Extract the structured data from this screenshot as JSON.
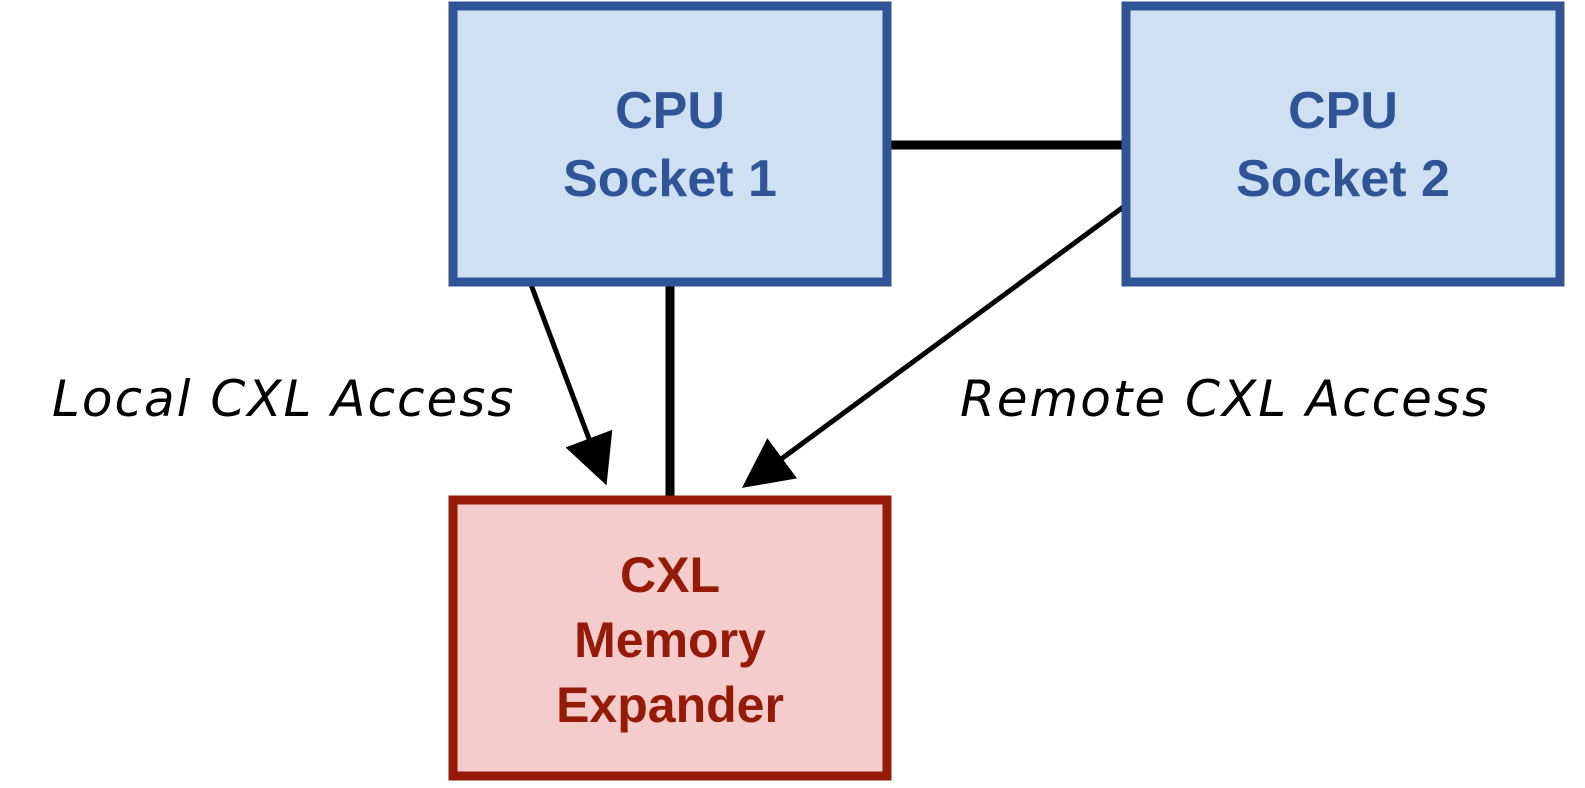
{
  "colors": {
    "cpu_fill": "#cfe0f3",
    "cpu_stroke": "#2f5597",
    "cpu_text": "#2f5597",
    "cxl_fill": "#f4cccc",
    "cxl_stroke": "#951a07",
    "cxl_text": "#951a07",
    "connector": "#000000"
  },
  "nodes": {
    "cpu1": {
      "lines": [
        "CPU",
        "Socket 1"
      ]
    },
    "cpu2": {
      "lines": [
        "CPU",
        "Socket 2"
      ]
    },
    "cxl": {
      "lines": [
        "CXL",
        "Memory",
        "Expander"
      ]
    }
  },
  "edges": [
    {
      "from": "cpu1",
      "to": "cpu2",
      "type": "link"
    },
    {
      "from": "cpu1",
      "to": "cxl",
      "type": "link"
    },
    {
      "from": "cpu1",
      "to": "cxl",
      "type": "arrow",
      "label": "Local CXL Access"
    },
    {
      "from": "cpu2",
      "to": "cxl",
      "type": "arrow",
      "label": "Remote CXL Access"
    }
  ],
  "labels": {
    "local": "Local CXL Access",
    "remote": "Remote CXL Access"
  }
}
